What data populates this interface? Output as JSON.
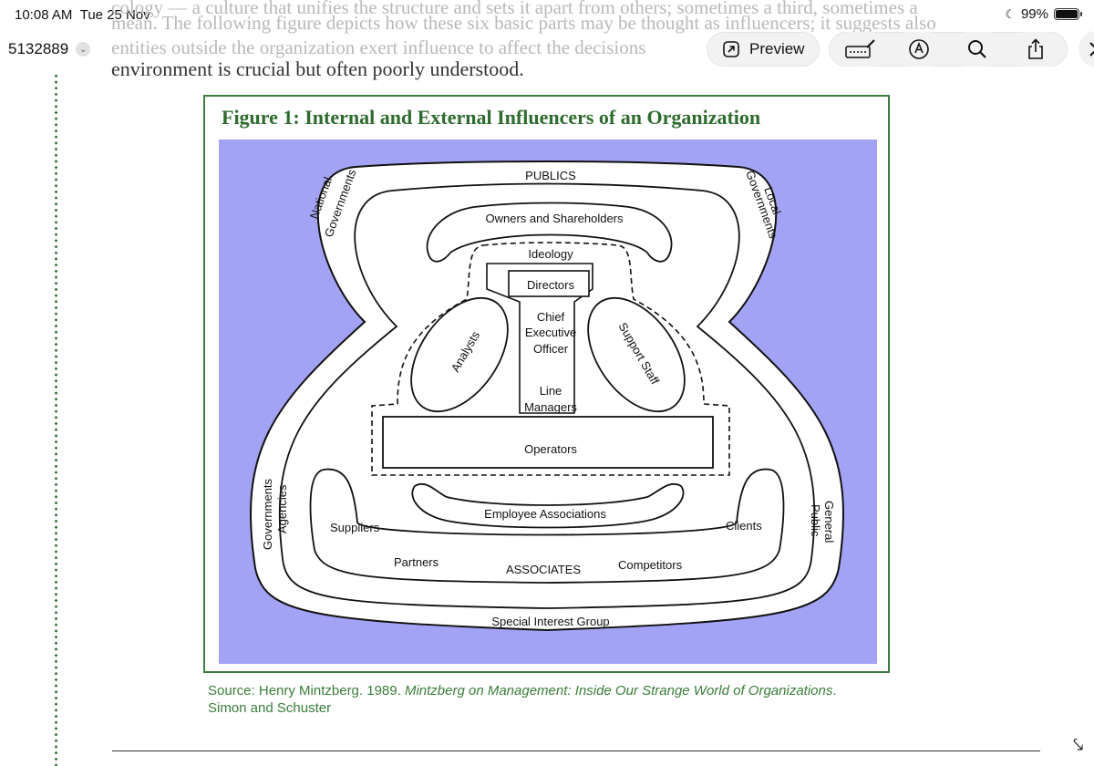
{
  "status_bar": {
    "time": "10:08 AM",
    "date": "Tue 25 Nov",
    "battery": "99%"
  },
  "document": {
    "name": "5132889",
    "faded_lines": [
      "cology — a culture that unifies the structure and sets it apart from others; sometimes a third, sometimes a",
      "mean. The following figure depicts how these six basic parts may be thought as influencers; it suggests also",
      "entities outside the organization exert influence to affect the decisions"
    ],
    "body_line": "environment is crucial but often poorly understood."
  },
  "toolbar": {
    "preview_label": "Preview",
    "icons": [
      "open-external-icon",
      "keyboard-pen-icon",
      "markup-icon",
      "search-icon",
      "share-icon",
      "close-icon"
    ]
  },
  "figure": {
    "title": "Figure 1: Internal and External Influencers of an Organization",
    "source_prefix": "Source: Henry Mintzberg. 1989. ",
    "source_title": "Mintzberg on Management: Inside Our Strange World of Organizations",
    "source_suffix": ".",
    "source_line2": "Simon and Schuster",
    "colors": {
      "background": "#a3a3f5",
      "border": "#3f7a3f",
      "title": "#2e6b2e"
    }
  },
  "diagram": {
    "publics": "PUBLICS",
    "national_gov_1": "National",
    "national_gov_2": "Governments",
    "local_gov_1": "Local",
    "local_gov_2": "Governments",
    "gov_agencies_1": "Governments",
    "gov_agencies_2": "Agencies",
    "general_public_1": "General",
    "general_public_2": "Public",
    "owners": "Owners and Shareholders",
    "ideology": "Ideology",
    "directors": "Directors",
    "ceo_1": "Chief",
    "ceo_2": "Executive",
    "ceo_3": "Officer",
    "analysts": "Analysts",
    "support_staff": "Support Staff",
    "line_managers_1": "Line",
    "line_managers_2": "Managers",
    "operators": "Operators",
    "employee_associations": "Employee Associations",
    "suppliers": "Suppliers",
    "clients": "Clients",
    "partners": "Partners",
    "associates": "ASSOCIATES",
    "competitors": "Competitors",
    "special_interest": "Special Interest Group"
  }
}
